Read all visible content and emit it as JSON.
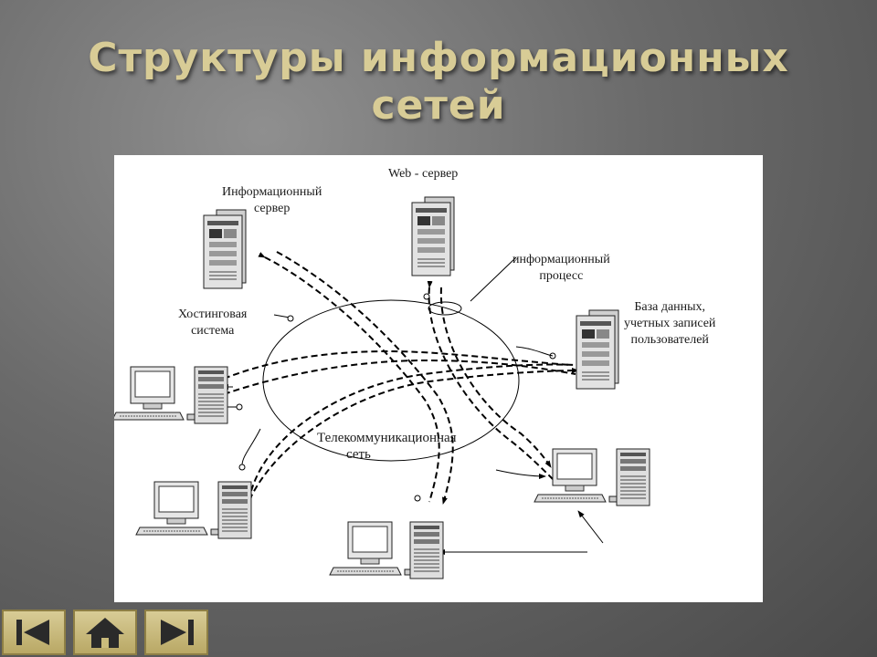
{
  "slide": {
    "title_line1": "Структуры информационных",
    "title_line2": "сетей"
  },
  "diagram": {
    "web_server_label": "Web - сервер",
    "info_server_label_line1": "Информационный",
    "info_server_label_line2": "сервер",
    "hosting_label_line1": "Хостинговая",
    "hosting_label_line2": "система",
    "info_process_label_line1": "информационный",
    "info_process_label_line2": "процесс",
    "database_label_line1": "База данных,",
    "database_label_line2": "учетных записей",
    "database_label_line3": "пользователей",
    "network_label_line1": "Телекоммуникационная",
    "network_label_line2": "сеть"
  },
  "navigation": {
    "prev_icon": "skip-back-icon",
    "home_icon": "home-icon",
    "next_icon": "skip-forward-icon"
  },
  "colors": {
    "title": "#d8cc96",
    "nav_button": "#c9bb7c"
  }
}
